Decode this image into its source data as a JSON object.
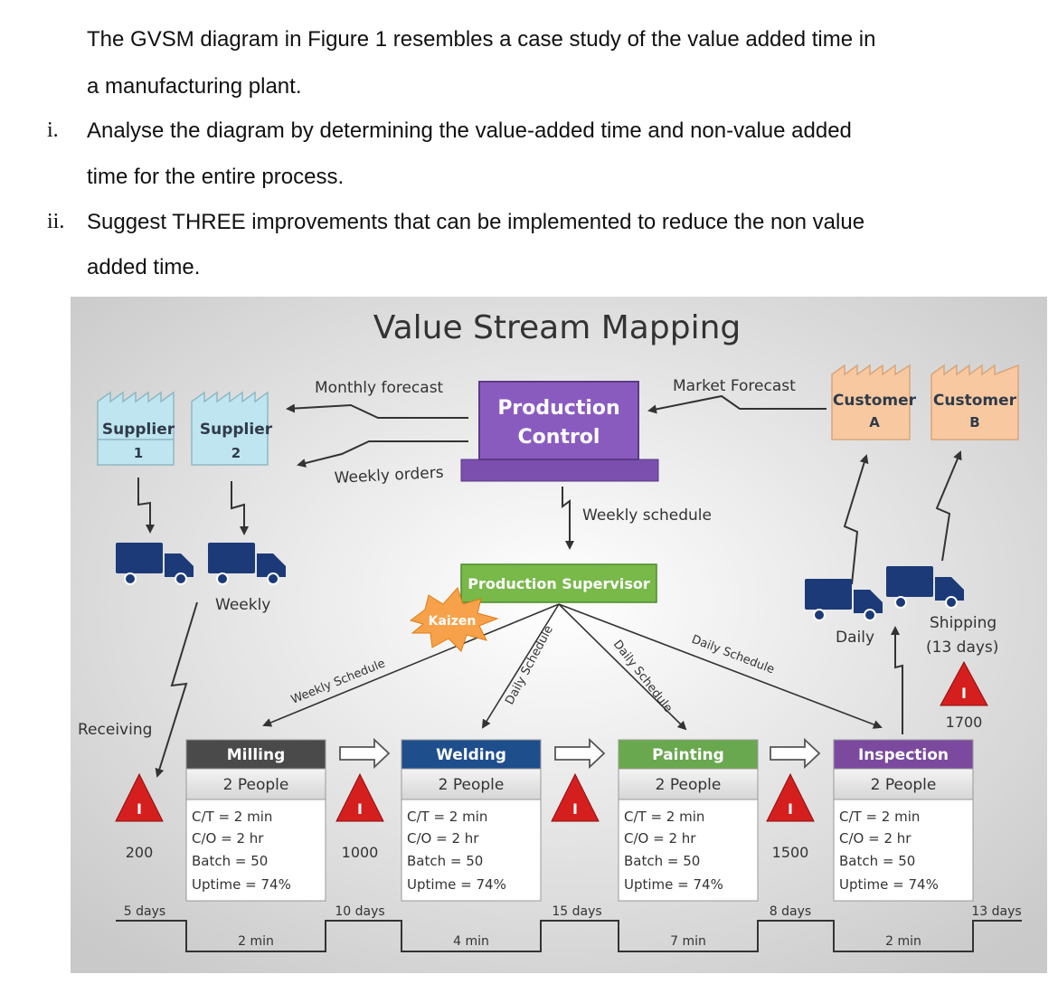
{
  "question": {
    "intro_line1": "The GVSM diagram in Figure 1 resembles a case study of the value added time in",
    "intro_line2": "a manufacturing plant.",
    "item1_num": "i.",
    "item1_line1": "Analyse the diagram by determining the value-added time and non-value added",
    "item1_line2": "time for the entire process.",
    "item2_num": "ii.",
    "item2_line1": "Suggest THREE improvements that can be implemented to reduce the non value",
    "item2_line2": "added time."
  },
  "diagram": {
    "title": "Value Stream Mapping",
    "suppliers": [
      {
        "name": "Supplier",
        "num": "1"
      },
      {
        "name": "Supplier",
        "num": "2"
      }
    ],
    "customers": [
      {
        "name": "Customer",
        "id": "A"
      },
      {
        "name": "Customer",
        "id": "B"
      }
    ],
    "production_control": {
      "line1": "Production",
      "line2": "Control"
    },
    "production_supervisor": "Production Supervisor",
    "kaizen": "Kaizen",
    "flows": {
      "monthly_forecast": "Monthly forecast",
      "market_forecast": "Market Forecast",
      "weekly_orders": "Weekly orders",
      "weekly_schedule": "Weekly schedule",
      "weekly_schedule_diag": "Weekly Schedule",
      "daily_schedule_1": "Daily Schedule",
      "daily_schedule_2": "Daily Schedule",
      "daily_schedule_3": "Daily Schedule"
    },
    "weekly": "Weekly",
    "daily": "Daily",
    "shipping": "Shipping",
    "shipping_days": "(13 days)",
    "receiving": "Receiving",
    "inventory_symbol": "I",
    "processes": [
      {
        "name": "Milling",
        "people": "2 People",
        "ct": "C/T = 2 min",
        "co": "C/O = 2 hr",
        "batch": "Batch = 50",
        "uptime": "Uptime  = 74%",
        "color": "#4a4a4a"
      },
      {
        "name": "Welding",
        "people": "2 People",
        "ct": "C/T = 2 min",
        "co": "C/O = 2 hr",
        "batch": "Batch = 50",
        "uptime": "Uptime  = 74%",
        "color": "#1f4e8c"
      },
      {
        "name": "Painting",
        "people": "2 People",
        "ct": "C/T = 2 min",
        "co": "C/O = 2 hr",
        "batch": "Batch = 50",
        "uptime": "Uptime  = 74%",
        "color": "#6aa84f"
      },
      {
        "name": "Inspection",
        "people": "2 People",
        "ct": "C/T = 2 min",
        "co": "C/O = 2 hr",
        "batch": "Batch = 50",
        "uptime": "Uptime  = 74%",
        "color": "#7b4a9e"
      }
    ],
    "inventory": [
      "200",
      "1000",
      "1500",
      "1700"
    ],
    "timeline": {
      "wait": [
        "5 days",
        "10 days",
        "15 days",
        "8 days",
        "13 days"
      ],
      "process": [
        "2 min",
        "4 min",
        "7 min",
        "2 min"
      ]
    },
    "colors": {
      "supplier": "#bfe6f0",
      "customer": "#f8c9a0",
      "production_control": "#8a5bbf",
      "supervisor": "#78b94a",
      "kaizen": "#f7a24a",
      "truck": "#1c3a78",
      "inventory": "#d51f1f"
    }
  }
}
